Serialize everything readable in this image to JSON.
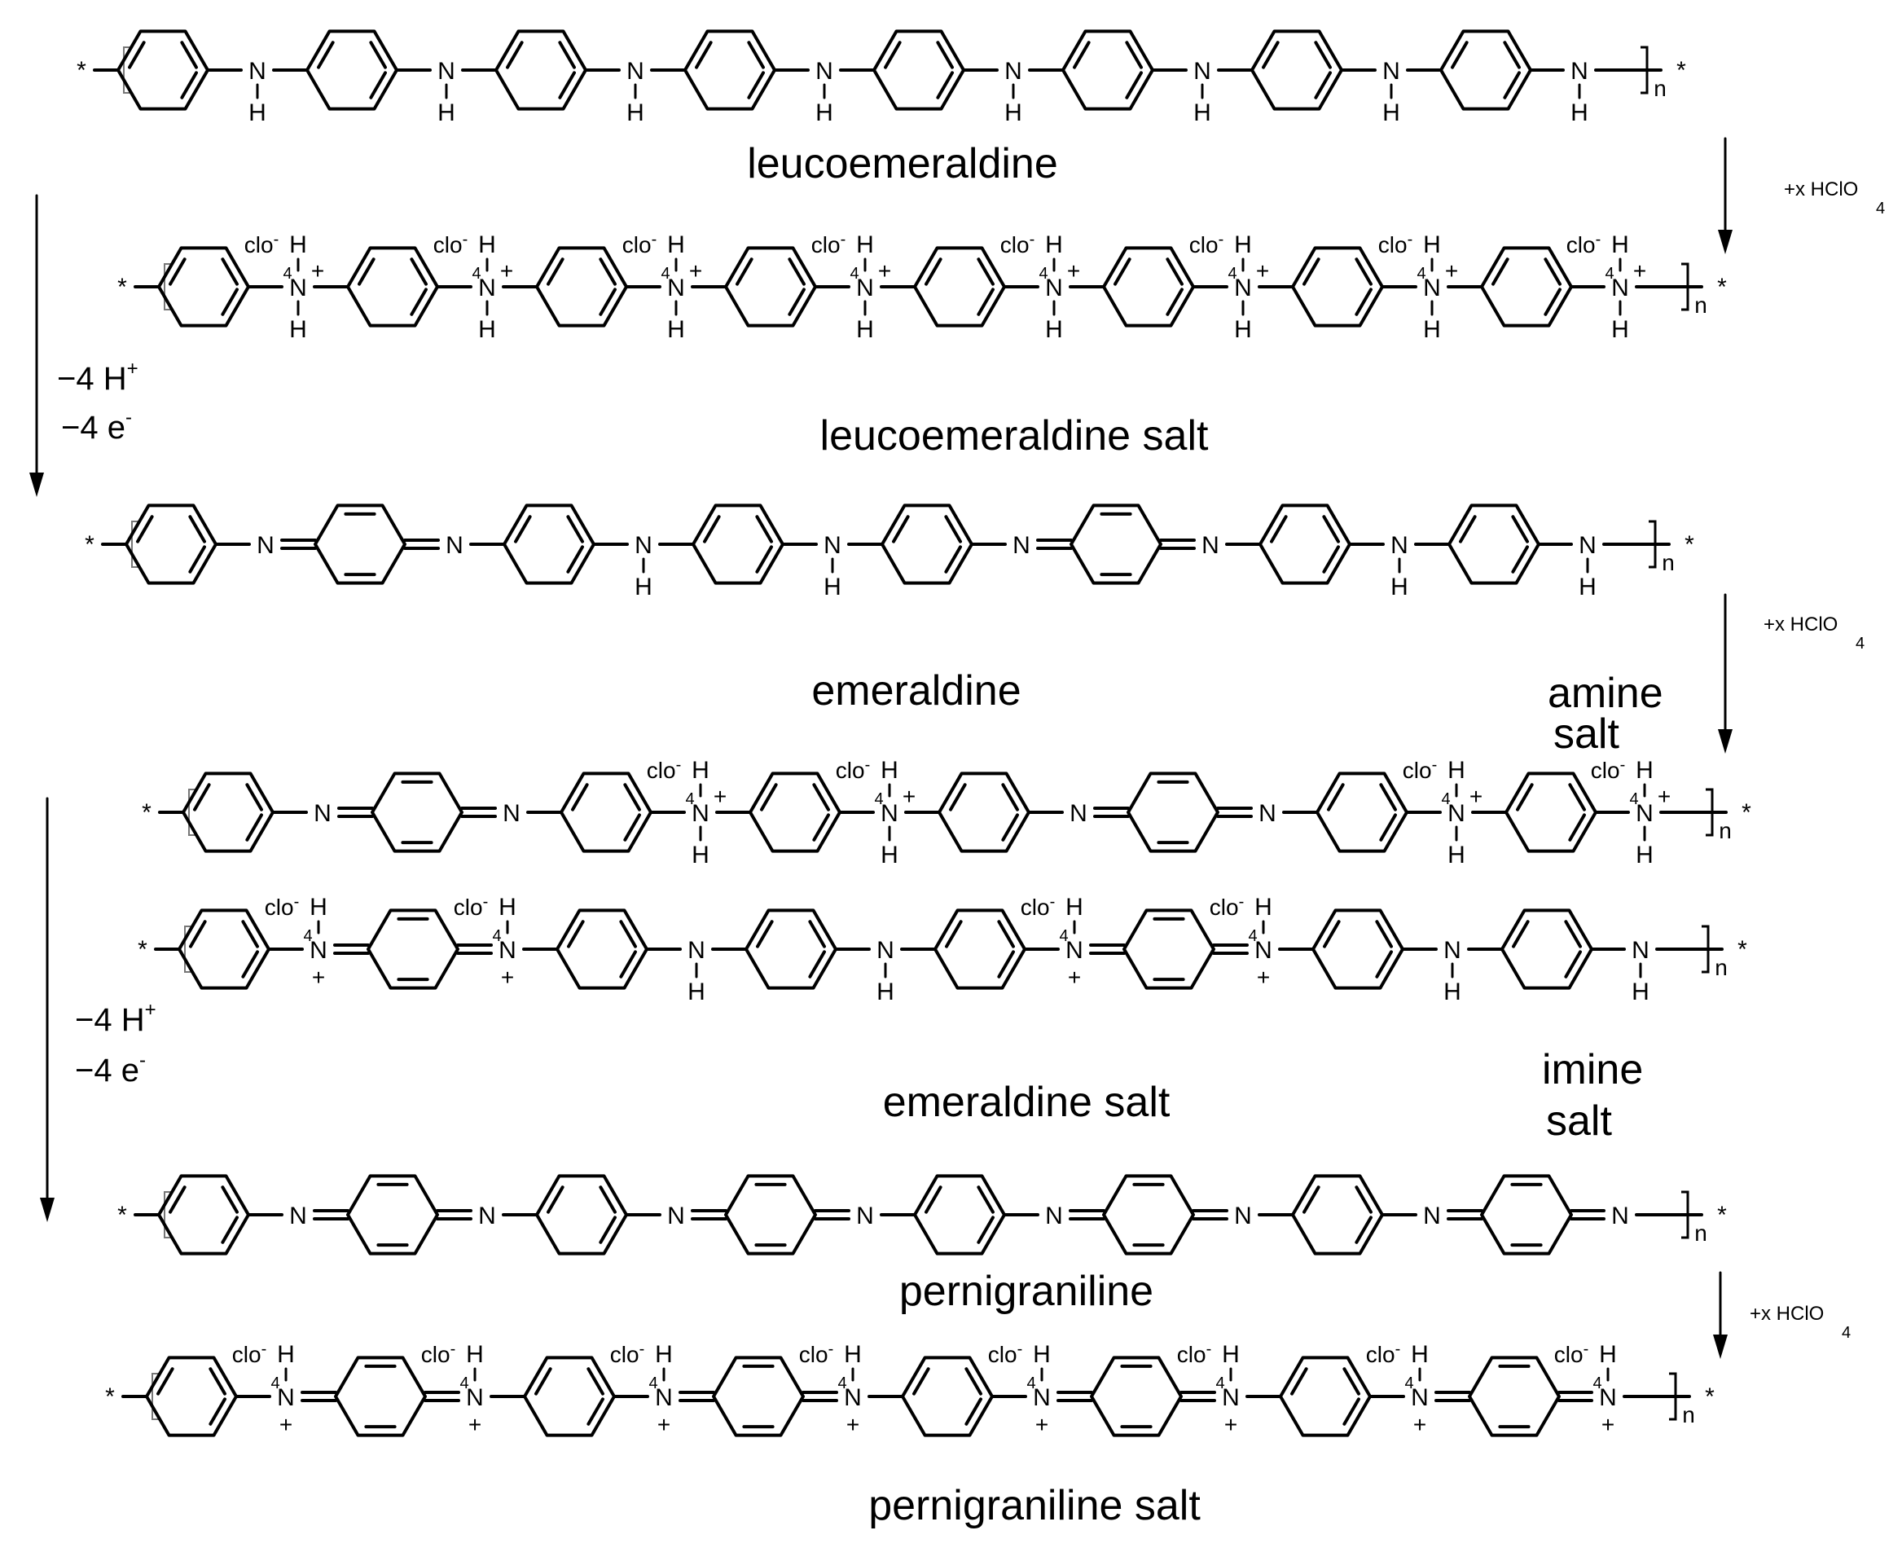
{
  "labels": {
    "leucoemeraldine": "leucoemeraldine",
    "leucoemeraldine_salt": "leucoemeraldine salt",
    "emeraldine": "emeraldine",
    "amine": "amine",
    "amine_salt": "salt",
    "emeraldine_salt": "emeraldine salt",
    "imine": "imine",
    "imine_salt": "salt",
    "pernigraniline": "pernigraniline",
    "pernigraniline_salt": "pernigraniline salt"
  },
  "reagents": {
    "acid_main": "+x HClO",
    "acid_sub": "4",
    "ox_h": "−4 H",
    "ox_h_sup": "+",
    "ox_e": "−4 e",
    "ox_e_sup": "-"
  },
  "atoms": {
    "N": "N",
    "H": "H",
    "plus": "+",
    "n": "n",
    "star": "*",
    "counter_ion": "clo",
    "counter_sup": "-",
    "counter_sub": "4"
  },
  "chains": [
    {
      "id": "leucoemeraldine",
      "links": [
        "NH",
        "NH",
        "NH",
        "NH",
        "NH",
        "NH",
        "NH",
        "NH"
      ],
      "rings": [
        "b",
        "b",
        "b",
        "b",
        "b",
        "b",
        "b",
        "b"
      ]
    },
    {
      "id": "leucoemeraldine-salt",
      "links": [
        "NH2+",
        "NH2+",
        "NH2+",
        "NH2+",
        "NH2+",
        "NH2+",
        "NH2+",
        "NH2+"
      ],
      "rings": [
        "b",
        "b",
        "b",
        "b",
        "b",
        "b",
        "b",
        "b"
      ]
    },
    {
      "id": "emeraldine",
      "links": [
        "N=",
        "=N",
        "NH",
        "NH",
        "N=",
        "=N",
        "NH",
        "NH"
      ],
      "rings": [
        "b",
        "q",
        "b",
        "b",
        "b",
        "q",
        "b",
        "b"
      ]
    },
    {
      "id": "emeraldine-amine-salt",
      "links": [
        "N=",
        "=N",
        "NH2+",
        "NH2+",
        "N=",
        "=N",
        "NH2+",
        "NH2+"
      ],
      "rings": [
        "b",
        "q",
        "b",
        "b",
        "b",
        "q",
        "b",
        "b"
      ]
    },
    {
      "id": "emeraldine-imine-salt",
      "links": [
        "NH+=",
        "=NH+",
        "NH",
        "NH",
        "NH+=",
        "=NH+",
        "NH",
        "NH"
      ],
      "rings": [
        "b",
        "q",
        "b",
        "b",
        "b",
        "q",
        "b",
        "b"
      ]
    },
    {
      "id": "pernigraniline",
      "links": [
        "N=",
        "=N",
        "N=",
        "=N",
        "N=",
        "=N",
        "N=",
        "=N"
      ],
      "rings": [
        "b",
        "q",
        "b",
        "q",
        "b",
        "q",
        "b",
        "q"
      ]
    },
    {
      "id": "pernigraniline-salt",
      "links": [
        "NH+=",
        "=NH+",
        "NH+=",
        "=NH+",
        "NH+=",
        "=NH+",
        "NH+=",
        "=NH+"
      ],
      "rings": [
        "b",
        "q",
        "b",
        "q",
        "b",
        "q",
        "b",
        "q"
      ]
    }
  ]
}
